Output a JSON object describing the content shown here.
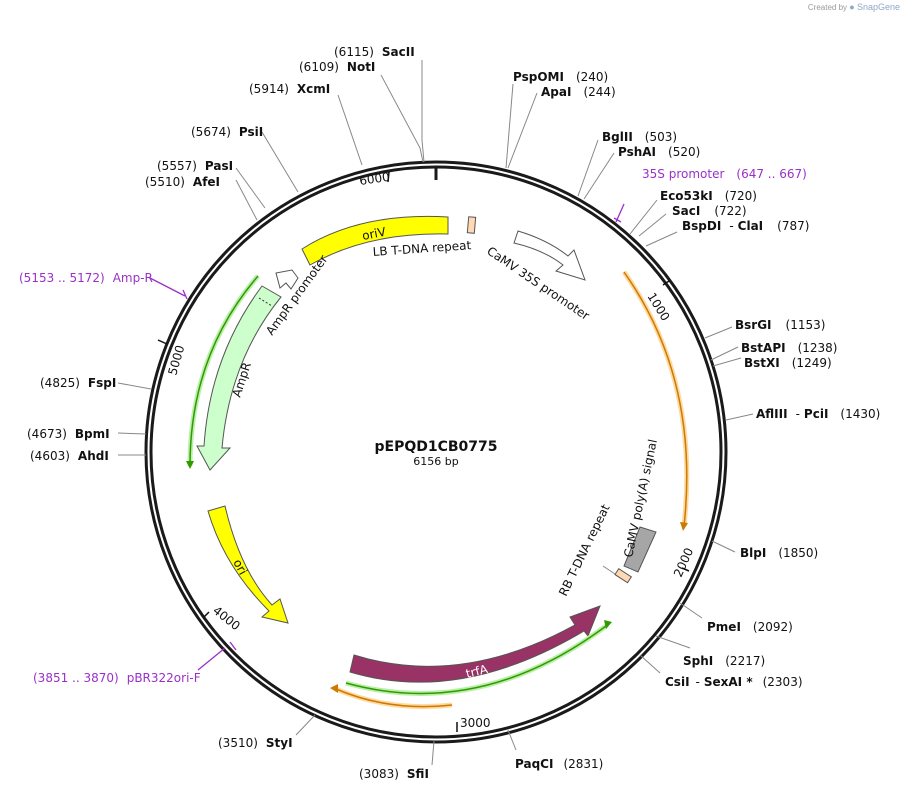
{
  "watermark": {
    "prefix": "Created by",
    "brand": "SnapGene"
  },
  "plasmid": {
    "name": "pEPQD1CB0775",
    "length_label": "6156 bp",
    "length": 6156
  },
  "ticks": [
    "1000",
    "2000",
    "3000",
    "4000",
    "5000",
    "6000"
  ],
  "sites": [
    {
      "name": "SacII",
      "pos": "(6115)"
    },
    {
      "name": "NotI",
      "pos": "(6109)"
    },
    {
      "name": "XcmI",
      "pos": "(5914)"
    },
    {
      "name": "PsiI",
      "pos": "(5674)"
    },
    {
      "name": "PasI",
      "pos": "(5557)"
    },
    {
      "name": "AfeI",
      "pos": "(5510)"
    },
    {
      "name": "FspI",
      "pos": "(4825)"
    },
    {
      "name": "BpmI",
      "pos": "(4673)"
    },
    {
      "name": "AhdI",
      "pos": "(4603)"
    },
    {
      "name": "StyI",
      "pos": "(3510)"
    },
    {
      "name": "SfiI",
      "pos": "(3083)"
    },
    {
      "name": "PaqCI",
      "pos": "(2831)"
    },
    {
      "name": "CsiI",
      "name2": "SexAI *",
      "pos": "(2303)"
    },
    {
      "name": "SphI",
      "pos": "(2217)"
    },
    {
      "name": "PmeI",
      "pos": "(2092)"
    },
    {
      "name": "BlpI",
      "pos": "(1850)"
    },
    {
      "name": "AflIII",
      "name2": "PciI",
      "pos": "(1430)"
    },
    {
      "name": "BstXI",
      "pos": "(1249)"
    },
    {
      "name": "BstAPI",
      "pos": "(1238)"
    },
    {
      "name": "BsrGI",
      "pos": "(1153)"
    },
    {
      "name": "BspDI",
      "name2": "ClaI",
      "pos": "(787)"
    },
    {
      "name": "SacI",
      "pos": "(722)"
    },
    {
      "name": "Eco53kI",
      "pos": "(720)"
    },
    {
      "name": "PshAI",
      "pos": "(520)"
    },
    {
      "name": "BglII",
      "pos": "(503)"
    },
    {
      "name": "ApaI",
      "pos": "(244)"
    },
    {
      "name": "PspOMI",
      "pos": "(240)"
    }
  ],
  "primers": [
    {
      "name": "35S promoter",
      "range": "(647 .. 667)"
    },
    {
      "name": "Amp-R",
      "range": "(5153 .. 5172)"
    },
    {
      "name": "pBR322ori-F",
      "range": "(3851 .. 3870)"
    }
  ],
  "features": {
    "oriV": "oriV",
    "lb": "LB T-DNA repeat",
    "camv35s": "CaMV 35S promoter",
    "ampr_promoter": "AmpR promoter",
    "ampr": "AmpR",
    "ori": "ori",
    "trfa": "trfA",
    "rb": "RB T-DNA repeat",
    "polya": "CaMV poly(A) signal"
  },
  "colors": {
    "backbone": "#1a1a1a",
    "oriV": "#ffff00",
    "ori": "#ffff00",
    "ampr": "#ccffcc",
    "trfa": "#993366",
    "polya": "#a6a6a6",
    "repeat": "#ffd9b3",
    "orange_orf": "#cc7a00",
    "green_orf": "#339900",
    "primer": "#9b30c9"
  }
}
